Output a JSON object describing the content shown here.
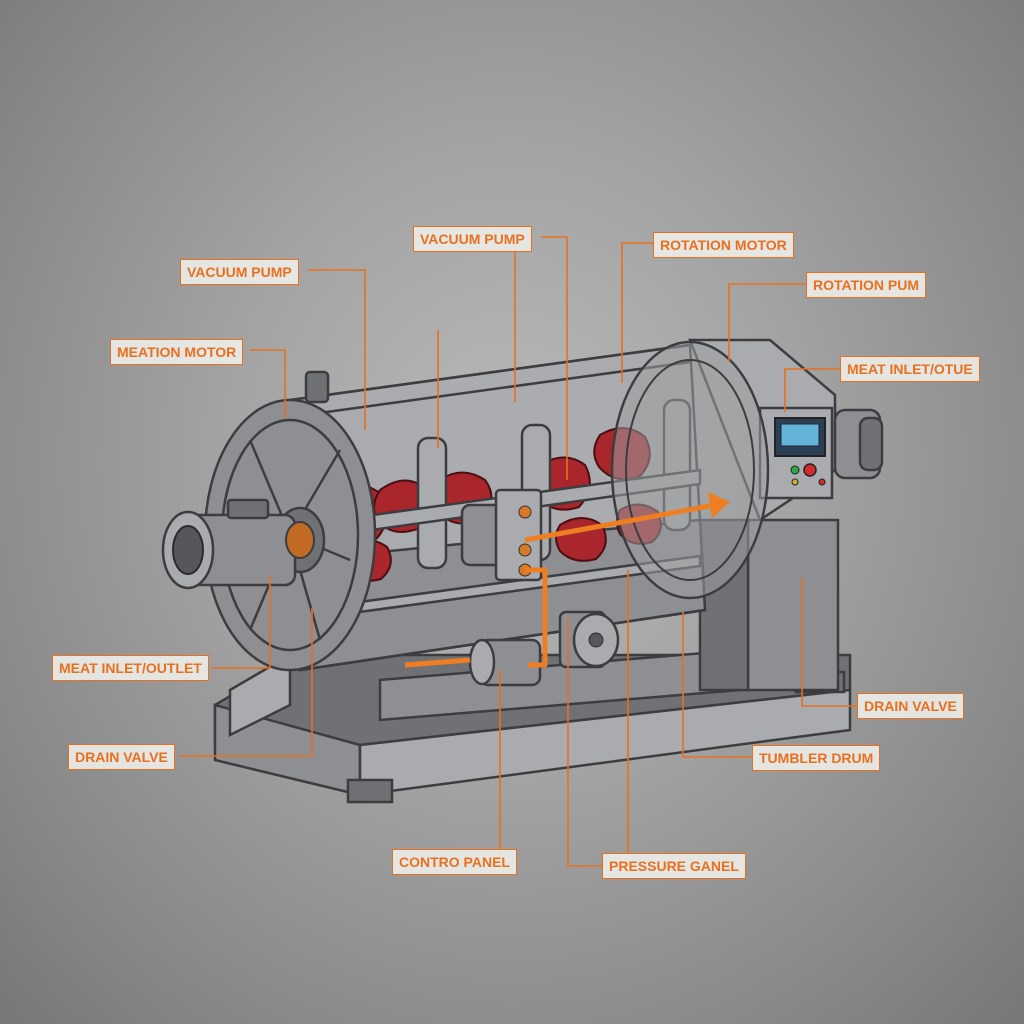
{
  "colors": {
    "accent": "#e8701f",
    "metal": "#8d8f92",
    "meat": "#a8262c",
    "background": "#a3a3a3"
  },
  "labels": {
    "vacuum_pump_left": "VACUUM PUMP",
    "meation_motor": "MEATION MOTOR",
    "vacuum_pump_top": "VACUUM PUMP",
    "rotation_motor": "ROTATION MOTOR",
    "rotation_pum": "ROTATION PUM",
    "meat_inlet_otue": "MEAT INLET/OTUE",
    "meat_inlet_outlet": "MEAT INLET/OUTLET",
    "drain_valve_left": "DRAIN VALVE",
    "drain_valve_right": "DRAIN VALVE",
    "tumbler_drum": "TUMBLER DRUM",
    "contro_panel": "CONTRO PANEL",
    "pressure_ganel": "PRESSURE GANEL"
  }
}
